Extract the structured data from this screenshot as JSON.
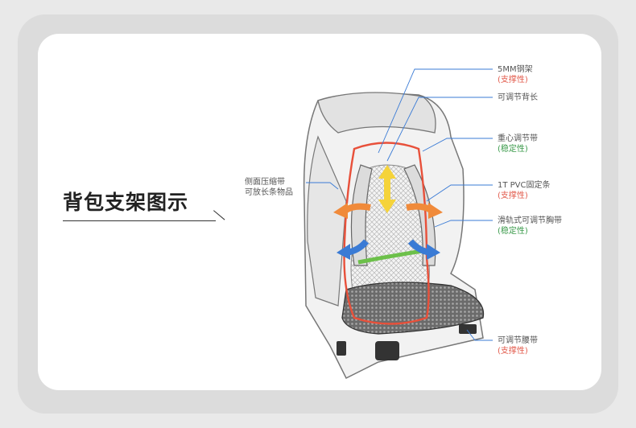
{
  "title": "背包支架图示",
  "labels": {
    "frame": {
      "main": "5MM钢架",
      "sub": "(支撑性)"
    },
    "back_length": {
      "main": "可调节背长"
    },
    "center_of_gravity": {
      "main": "重心调节带",
      "sub": "(稳定性)"
    },
    "pvc_strip": {
      "main": "1T  PVC固定条",
      "sub": "(支撑性)"
    },
    "chest_strap": {
      "main": "滑轨式可调节胸带",
      "sub": "(稳定性)"
    },
    "hip_belt": {
      "main": "可调节腰带",
      "sub": "(支撑性)"
    },
    "side_compression": {
      "line1": "侧面压缩带",
      "line2": "可放长条物品"
    }
  },
  "colors": {
    "blue_line": "#3a7bd5",
    "red_frame": "#e8503a",
    "yellow_arrow": "#f5d33a",
    "orange_arrow": "#f08a3a",
    "green_band": "#6cc04a",
    "sub_red": "#e25b4c",
    "sub_green": "#3a9a4a"
  }
}
